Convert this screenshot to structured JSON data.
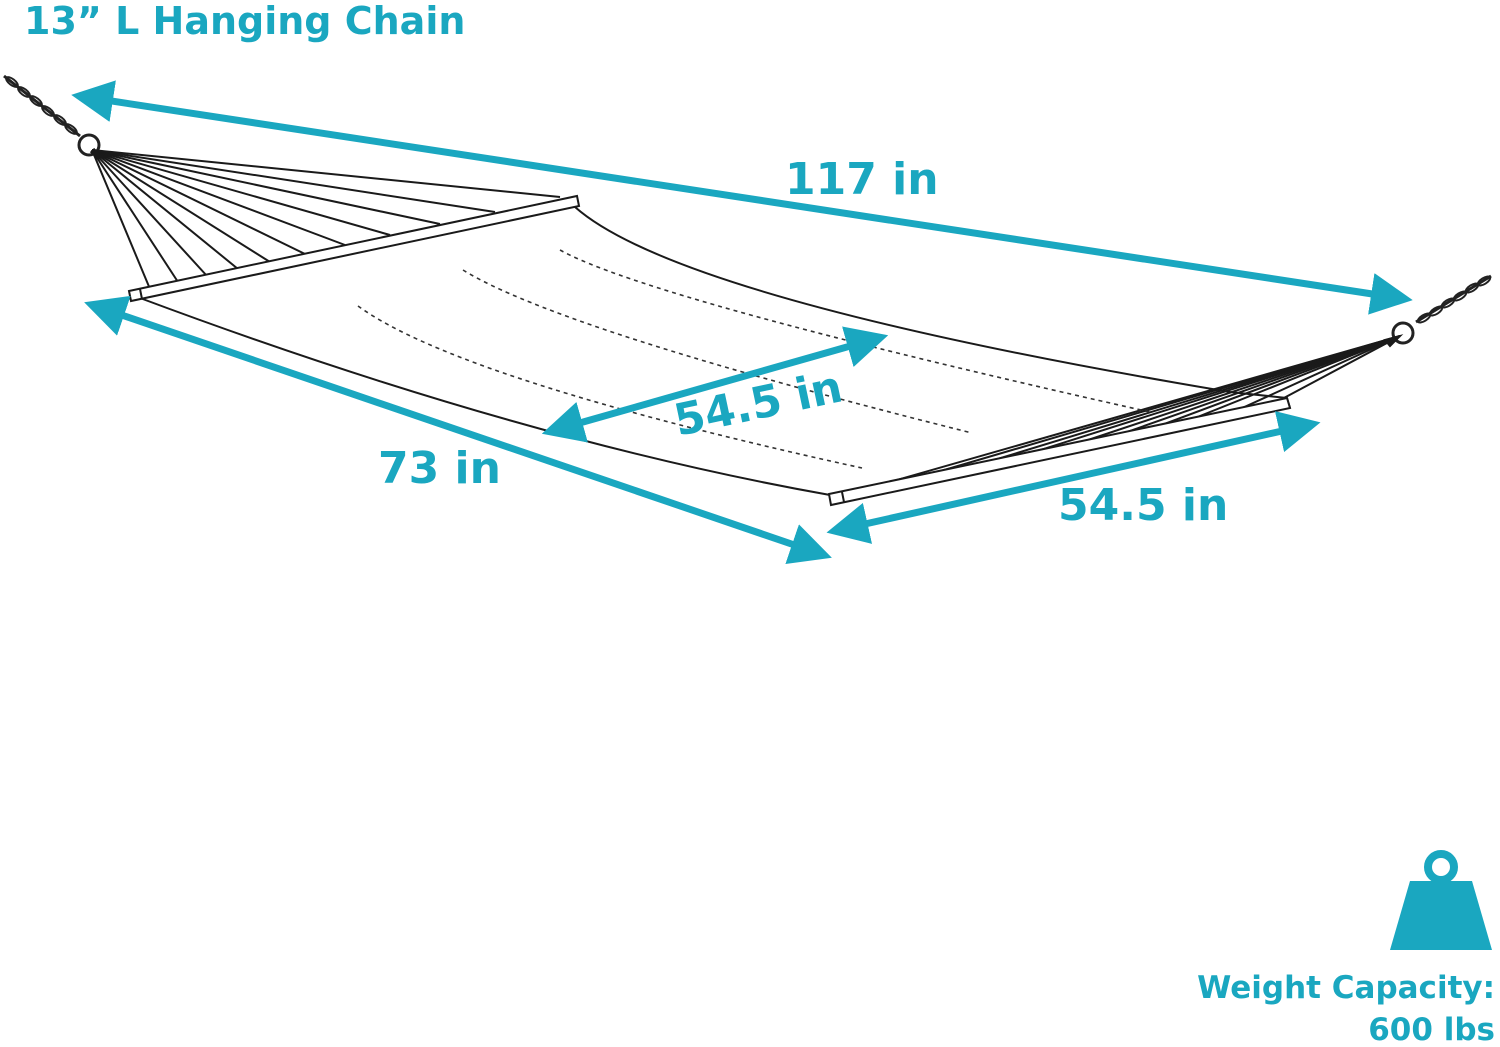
{
  "colors": {
    "accent": "#1AA7C0",
    "line": "#1a1a1a",
    "background": "#ffffff"
  },
  "labels": {
    "chain": "13” L Hanging Chain",
    "total_length": "117 in",
    "bed_length": "73 in",
    "bed_width": "54.5 in",
    "spreader_width": "54.5 in",
    "capacity_title": "Weight Capacity:",
    "capacity_value": "600 lbs"
  },
  "icons": {
    "weight": "weight-icon",
    "chain": "chain-icon"
  }
}
